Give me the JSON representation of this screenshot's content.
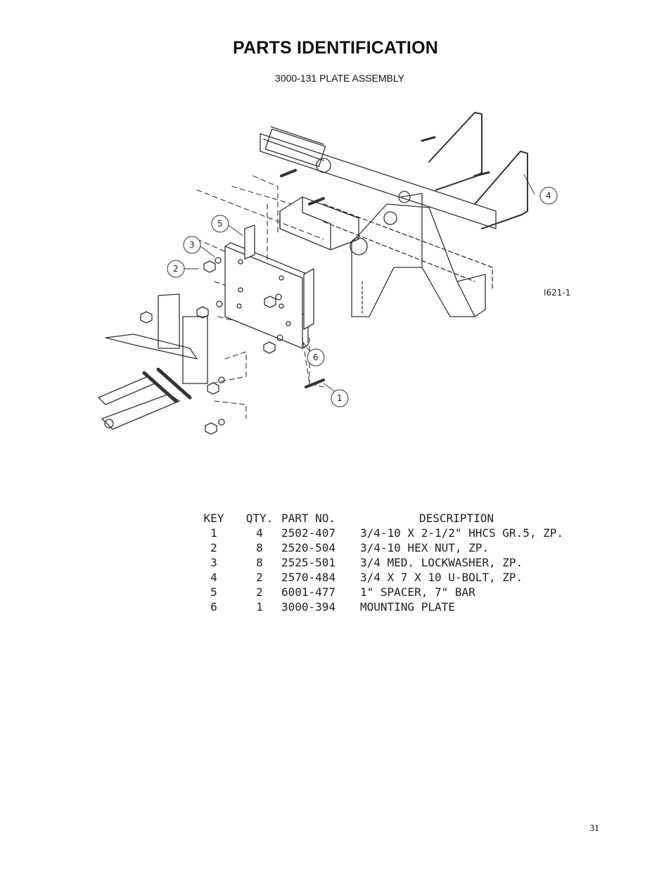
{
  "page": {
    "title": "PARTS IDENTIFICATION",
    "subtitle": "3000-131 PLATE ASSEMBLY",
    "page_number": "31"
  },
  "diagram": {
    "drawing_id": "I621-1",
    "callouts": [
      "1",
      "2",
      "3",
      "4",
      "5",
      "6"
    ]
  },
  "parts_table": {
    "headers": {
      "key": "KEY",
      "qty": "QTY.",
      "part_no": "PART NO.",
      "description": "DESCRIPTION"
    },
    "rows": [
      {
        "key": "1",
        "qty": "4",
        "part_no": "2502-407",
        "description": "3/4-10 X 2-1/2\" HHCS GR.5, ZP."
      },
      {
        "key": "2",
        "qty": "8",
        "part_no": "2520-504",
        "description": "3/4-10 HEX NUT, ZP."
      },
      {
        "key": "3",
        "qty": "8",
        "part_no": "2525-501",
        "description": "3/4 MED. LOCKWASHER, ZP."
      },
      {
        "key": "4",
        "qty": "2",
        "part_no": "2570-484",
        "description": "3/4 X 7 X 10 U-BOLT, ZP."
      },
      {
        "key": "5",
        "qty": "2",
        "part_no": "6001-477",
        "description": "1\" SPACER, 7\" BAR"
      },
      {
        "key": "6",
        "qty": "1",
        "part_no": "3000-394",
        "description": "MOUNTING PLATE"
      }
    ]
  }
}
